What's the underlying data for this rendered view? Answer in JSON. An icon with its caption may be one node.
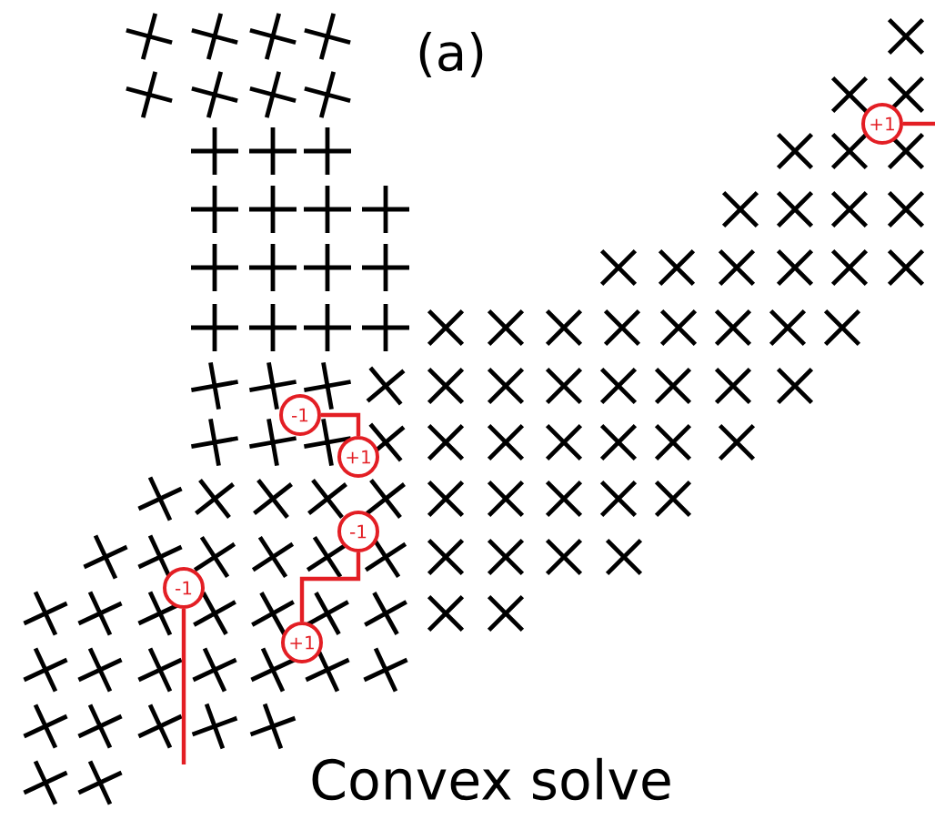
{
  "diagram": {
    "title": "(a)",
    "caption": "Convex solve",
    "nodes": [
      {
        "text": [
          "+1"
        ]
      },
      {
        "text": [
          "-1"
        ]
      },
      {
        "text": [
          "+1"
        ]
      },
      {
        "text": [
          "-1"
        ]
      },
      {
        "text": [
          "-1"
        ]
      },
      {
        "text": [
          "+1"
        ]
      }
    ],
    "edges": [
      {
        "from": 0,
        "to": null,
        "arrow": "none"
      },
      {
        "from": 1,
        "to": 2,
        "arrow": "none"
      },
      {
        "from": 3,
        "to": 5,
        "arrow": "none"
      },
      {
        "from": 4,
        "to": null,
        "arrow": "none"
      }
    ]
  }
}
